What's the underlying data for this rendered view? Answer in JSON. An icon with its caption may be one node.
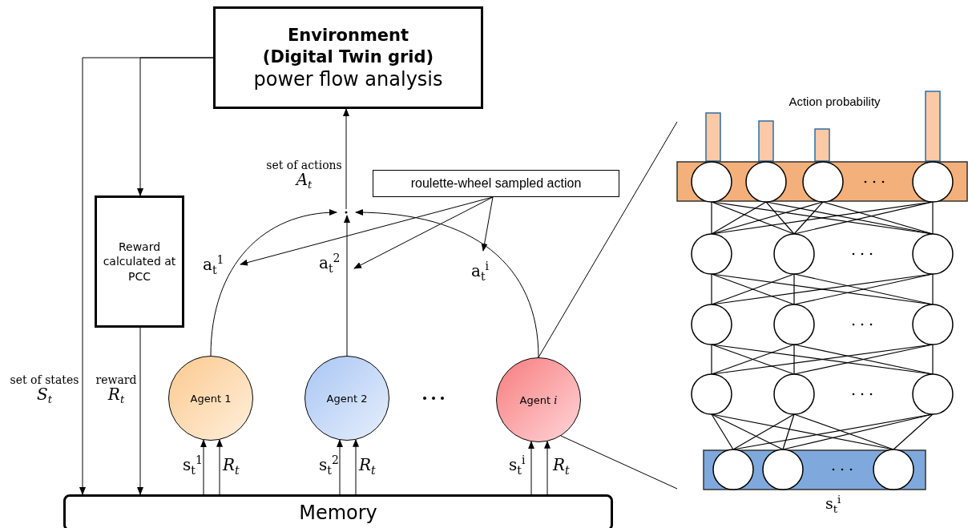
{
  "diagram": {
    "nodes": [
      {
        "text": [
          "Environment (Digital Twin grid)",
          "power flow analysis"
        ]
      },
      {
        "text": [
          "Reward calculated at PCC"
        ]
      },
      {
        "text": [
          "Agent 1"
        ]
      },
      {
        "text": [
          "Agent 2"
        ]
      },
      {
        "text": [
          "Agent *i*"
        ]
      },
      {
        "text": [
          "Memory"
        ]
      },
      {
        "text": [
          "roulette-wheel sampled action"
        ]
      },
      {
        "text": [],
        "shape": "point"
      },
      {
        "text": [
          "Action probability"
        ],
        "beside": [
          "s$_{t}$$^{i}$"
        ]
      }
    ],
    "edges": [
      {
        "from": 7,
        "to": 0,
        "arrow": "to",
        "label": "set of actions *A*$_{t}$"
      },
      {
        "from": 2,
        "to": 7,
        "arrow": "to",
        "label": "a$_{t}$$^{1}$"
      },
      {
        "from": 3,
        "to": 7,
        "arrow": "to",
        "label": "a$_{t}$$^{2}$"
      },
      {
        "from": 4,
        "to": 7,
        "arrow": "to",
        "label": "a$_{t}$$^{i}$"
      },
      {
        "from": 0,
        "to": 5,
        "arrow": "to",
        "label": "set of states *S*$_{t}$"
      },
      {
        "from": 0,
        "to": 1,
        "arrow": "to"
      },
      {
        "from": 1,
        "to": 5,
        "arrow": "to",
        "label": "reward *R*$_{t}$"
      },
      {
        "from": 5,
        "to": 2,
        "arrow": "to",
        "label": "s$_{t}$$^{1}$"
      },
      {
        "from": 5,
        "to": 2,
        "arrow": "to",
        "label": "*R*$_{t}$"
      },
      {
        "from": 5,
        "to": 3,
        "arrow": "to",
        "label": "s$_{t}$$^{2}$"
      },
      {
        "from": 5,
        "to": 3,
        "arrow": "to",
        "label": "*R*$_{t}$"
      },
      {
        "from": 5,
        "to": 4,
        "arrow": "to",
        "label": "s$_{t}$$^{i}$"
      },
      {
        "from": 5,
        "to": 4,
        "arrow": "to",
        "label": "*R*$_{t}$"
      },
      {
        "from": 6,
        "to": null,
        "arrow": "to"
      },
      {
        "from": 6,
        "to": null,
        "arrow": "to"
      },
      {
        "from": 6,
        "to": null,
        "arrow": "to"
      },
      {
        "from": 4,
        "to": 8,
        "arrow": "none"
      },
      {
        "from": 4,
        "to": 8,
        "arrow": "none"
      }
    ]
  }
}
